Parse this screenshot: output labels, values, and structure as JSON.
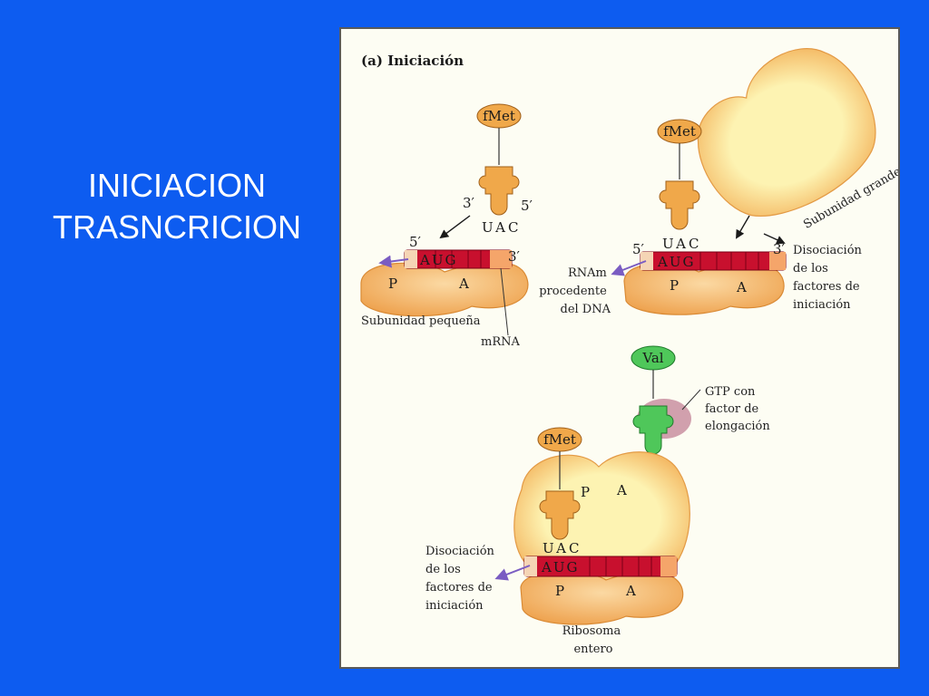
{
  "slide": {
    "title_line1": "INICIACION",
    "title_line2": "TRASNCRICION"
  },
  "figure": {
    "panel_title": "(a) Iniciación",
    "step1": {
      "amino_acid": "fMet",
      "anticodon": "UAC",
      "codon": "AUG",
      "tRNA_end_3": "3′",
      "tRNA_end_5": "5′",
      "mRNA_end_5": "5′",
      "mRNA_end_3": "3′",
      "site_p": "P",
      "site_a": "A",
      "small_subunit_label": "Subunidad pequeña",
      "mrna_label": "mRNA"
    },
    "step2": {
      "amino_acid": "fMet",
      "anticodon": "UAC",
      "codon": "AUG",
      "mRNA_end_5": "5′",
      "mRNA_end_3": "3′",
      "site_p": "P",
      "site_a": "A",
      "large_subunit_label": "Subunidad grande",
      "rnam_label": [
        "RNAm",
        "procedente",
        "del DNA"
      ],
      "dissociation_label": [
        "Disociación",
        "de los",
        "factores de",
        "iniciación"
      ]
    },
    "step3": {
      "amino_acid": "fMet",
      "anticodon": "UAC",
      "codon": "AUG",
      "incoming_amino_acid": "Val",
      "gtp_label": [
        "GTP con",
        "factor de",
        "elongación"
      ],
      "site_p_top": "P",
      "site_a_top": "A",
      "site_p": "P",
      "site_a": "A",
      "dissociation_label": [
        "Disociación",
        "de los",
        "factores de",
        "iniciación"
      ],
      "ribosome_label": [
        "Ribosoma",
        "entero"
      ]
    },
    "colors": {
      "background": "#0d5cf0",
      "subunit_fill": "#f2b56b",
      "large_subunit_inner": "#fcf5b8",
      "mrna": "#c8102e",
      "trna": "#f0a84a",
      "val_trna": "#4fc75a",
      "gtp_factor": "#c98fa0",
      "arrow_purple": "#7a5cc2"
    }
  }
}
